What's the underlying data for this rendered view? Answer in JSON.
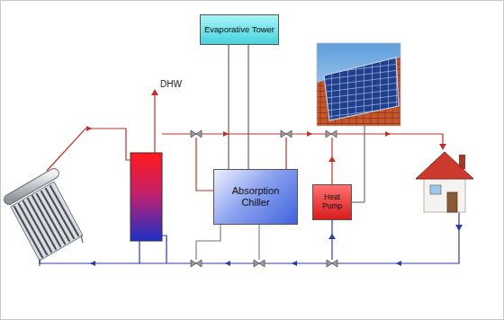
{
  "diagram": {
    "nodes": [
      {
        "text": [
          "Evaporative Tower"
        ]
      },
      {
        "text": [
          "Absorption Chiller"
        ]
      },
      {
        "text": [
          "Heat Pump"
        ]
      }
    ],
    "edges": [
      {
        "from": 0,
        "to": 1,
        "arrow": "none"
      },
      {
        "from": 0,
        "to": 1,
        "arrow": "none"
      }
    ],
    "labels": [
      "DHW"
    ]
  }
}
